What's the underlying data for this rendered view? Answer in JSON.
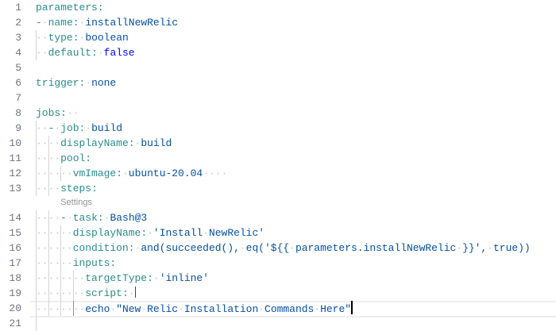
{
  "editor": {
    "language": "yaml",
    "line_height": 19,
    "char_width": 7.8,
    "current_line": 20,
    "colors": {
      "key": "#2a8c8c",
      "value": "#0451a5",
      "boolean": "#0000ff",
      "whitespace": "#c8c8c8",
      "line_number": "#6e7681",
      "codelens": "#919191"
    },
    "codelens": {
      "label": "Settings",
      "before_line": 14
    },
    "lines": [
      {
        "n": "1",
        "indent": 0,
        "tokens": [
          [
            "key",
            "parameters"
          ],
          [
            "punct",
            ":"
          ]
        ]
      },
      {
        "n": "2",
        "indent": 0,
        "tokens": [
          [
            "punct",
            "-"
          ],
          [
            "ws",
            " "
          ],
          [
            "key",
            "name"
          ],
          [
            "punct",
            ":"
          ],
          [
            "ws",
            " "
          ],
          [
            "val",
            "installNewRelic"
          ]
        ]
      },
      {
        "n": "3",
        "indent": 2,
        "guides": [
          0
        ],
        "tokens": [
          [
            "key",
            "type"
          ],
          [
            "punct",
            ":"
          ],
          [
            "ws",
            " "
          ],
          [
            "val",
            "boolean"
          ]
        ]
      },
      {
        "n": "4",
        "indent": 2,
        "guides": [
          0
        ],
        "tokens": [
          [
            "key",
            "default"
          ],
          [
            "punct",
            ":"
          ],
          [
            "ws",
            " "
          ],
          [
            "bool",
            "false"
          ]
        ]
      },
      {
        "n": "5",
        "indent": 0,
        "tokens": []
      },
      {
        "n": "6",
        "indent": 0,
        "tokens": [
          [
            "key",
            "trigger"
          ],
          [
            "punct",
            ":"
          ],
          [
            "ws",
            " "
          ],
          [
            "val",
            "none"
          ]
        ]
      },
      {
        "n": "7",
        "indent": 0,
        "tokens": []
      },
      {
        "n": "8",
        "indent": 0,
        "tokens": [
          [
            "key",
            "jobs"
          ],
          [
            "punct",
            ":"
          ],
          [
            "ws",
            "  "
          ]
        ]
      },
      {
        "n": "9",
        "indent": 2,
        "guides": [
          0
        ],
        "tokens": [
          [
            "punct",
            "-"
          ],
          [
            "ws",
            " "
          ],
          [
            "key",
            "job"
          ],
          [
            "punct",
            ":"
          ],
          [
            "ws",
            " "
          ],
          [
            "val",
            "build"
          ]
        ]
      },
      {
        "n": "10",
        "indent": 4,
        "guides": [
          0,
          2
        ],
        "tokens": [
          [
            "key",
            "displayName"
          ],
          [
            "punct",
            ":"
          ],
          [
            "ws",
            " "
          ],
          [
            "val",
            "build"
          ]
        ]
      },
      {
        "n": "11",
        "indent": 4,
        "guides": [
          0,
          2
        ],
        "tokens": [
          [
            "key",
            "pool"
          ],
          [
            "punct",
            ":"
          ]
        ]
      },
      {
        "n": "12",
        "indent": 6,
        "guides": [
          0,
          2,
          4
        ],
        "tokens": [
          [
            "key",
            "vmImage"
          ],
          [
            "punct",
            ":"
          ],
          [
            "ws",
            " "
          ],
          [
            "val",
            "ubuntu-20.04"
          ],
          [
            "ws",
            "    "
          ]
        ]
      },
      {
        "n": "13",
        "indent": 4,
        "guides": [
          0,
          2
        ],
        "tokens": [
          [
            "key",
            "steps"
          ],
          [
            "punct",
            ":"
          ]
        ]
      },
      {
        "n": "14",
        "indent": 4,
        "guides": [
          0,
          2
        ],
        "tokens": [
          [
            "punct",
            "-"
          ],
          [
            "ws",
            " "
          ],
          [
            "key",
            "task"
          ],
          [
            "punct",
            ":"
          ],
          [
            "ws",
            " "
          ],
          [
            "val",
            "Bash@3"
          ]
        ]
      },
      {
        "n": "15",
        "indent": 6,
        "guides": [
          0,
          2,
          4
        ],
        "tokens": [
          [
            "key",
            "displayName"
          ],
          [
            "punct",
            ":"
          ],
          [
            "ws",
            " "
          ],
          [
            "val",
            "'Install"
          ],
          [
            "ws",
            " "
          ],
          [
            "val",
            "NewRelic'"
          ]
        ]
      },
      {
        "n": "16",
        "indent": 6,
        "guides": [
          0,
          2,
          4
        ],
        "tokens": [
          [
            "key",
            "condition"
          ],
          [
            "punct",
            ":"
          ],
          [
            "ws",
            " "
          ],
          [
            "val",
            "and(succeeded(),"
          ],
          [
            "ws",
            " "
          ],
          [
            "val",
            "eq('${{"
          ],
          [
            "ws",
            " "
          ],
          [
            "val",
            "parameters.installNewRelic"
          ],
          [
            "ws",
            " "
          ],
          [
            "val",
            "}}',"
          ],
          [
            "ws",
            " "
          ],
          [
            "val",
            "true))"
          ]
        ]
      },
      {
        "n": "17",
        "indent": 6,
        "guides": [
          0,
          2,
          4
        ],
        "tokens": [
          [
            "key",
            "inputs"
          ],
          [
            "punct",
            ":"
          ]
        ]
      },
      {
        "n": "18",
        "indent": 8,
        "guides": [
          0,
          2,
          4,
          6
        ],
        "tokens": [
          [
            "key",
            "targetType"
          ],
          [
            "punct",
            ":"
          ],
          [
            "ws",
            " "
          ],
          [
            "val",
            "'inline'"
          ]
        ]
      },
      {
        "n": "19",
        "indent": 8,
        "guides": [
          0,
          2,
          4,
          6
        ],
        "tokens": [
          [
            "key",
            "script"
          ],
          [
            "punct",
            ":"
          ],
          [
            "ws",
            " "
          ],
          [
            "pipe",
            "|"
          ]
        ]
      },
      {
        "n": "20",
        "indent": 8,
        "guides": [
          0,
          2,
          4,
          6
        ],
        "active_guide": 6,
        "cursor": true,
        "tokens": [
          [
            "val",
            "echo"
          ],
          [
            "ws",
            " "
          ],
          [
            "val",
            "\"New"
          ],
          [
            "ws",
            " "
          ],
          [
            "val",
            "Relic"
          ],
          [
            "ws",
            " "
          ],
          [
            "val",
            "Installation"
          ],
          [
            "ws",
            " "
          ],
          [
            "val",
            "Commands"
          ],
          [
            "ws",
            " "
          ],
          [
            "val",
            "Here\""
          ]
        ]
      },
      {
        "n": "21",
        "indent": 0,
        "guides": [
          0
        ],
        "tokens": []
      }
    ]
  }
}
